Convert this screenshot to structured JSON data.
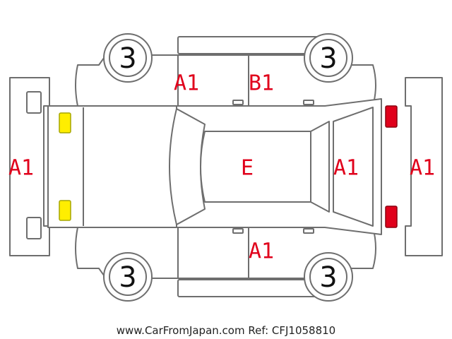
{
  "colors": {
    "code_text": "#e0001b",
    "outline": "#6e6e6e",
    "light_marker": "#ffee00",
    "light_marker_border": "#a6a600",
    "damage_marker": "#e0001b"
  },
  "wheels": [
    {
      "position": "front-left",
      "label": "3"
    },
    {
      "position": "rear-left",
      "label": "3"
    },
    {
      "position": "front-right",
      "label": "3"
    },
    {
      "position": "rear-right",
      "label": "3"
    }
  ],
  "damage_codes": {
    "front_bumper": "A1",
    "left_front_door": "A1",
    "left_rear_door": "B1",
    "roof": "E",
    "rear_window": "A1",
    "rear_bumper": "A1",
    "right_door": "A1"
  },
  "markers": {
    "front_lights": "yellow",
    "rear_lights": "red"
  },
  "footer": {
    "source": "www.CarFromJapan.com Ref: CFJ1058810"
  }
}
